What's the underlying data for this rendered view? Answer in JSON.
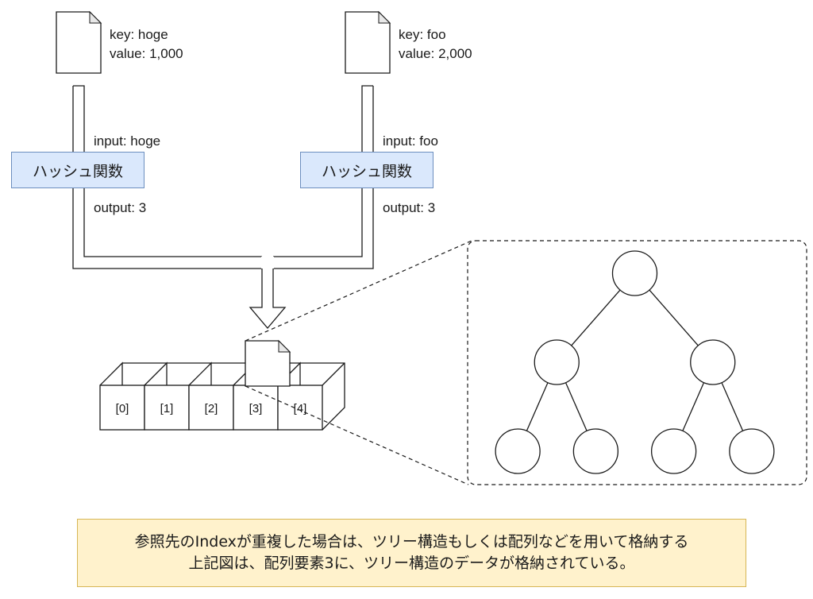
{
  "documents": [
    {
      "key_label": "key: hoge",
      "value_label": "value: 1,000"
    },
    {
      "key_label": "key: foo",
      "value_label": "value: 2,000"
    }
  ],
  "hash_functions": [
    {
      "label": "ハッシュ関数",
      "input_label": "input: hoge",
      "output_label": "output: 3"
    },
    {
      "label": "ハッシュ関数",
      "input_label": "input: foo",
      "output_label": "output: 3"
    }
  ],
  "array": {
    "indices": [
      "[0]",
      "[1]",
      "[2]",
      "[3]",
      "[4]"
    ],
    "stored_element_index": 3
  },
  "tree": {
    "levels": 3,
    "node_count": 7
  },
  "note": {
    "line1": "参照先のIndexが重複した場合は、ツリー構造もしくは配列などを用いて格納する",
    "line2": "上記図は、配列要素3に、ツリー構造のデータが格納されている。"
  },
  "colors": {
    "hash_fill": "#dae8fc",
    "hash_border": "#6c8ebf",
    "note_fill": "#fff2cc",
    "note_border": "#d6b656",
    "stroke": "#1a1a1a"
  }
}
